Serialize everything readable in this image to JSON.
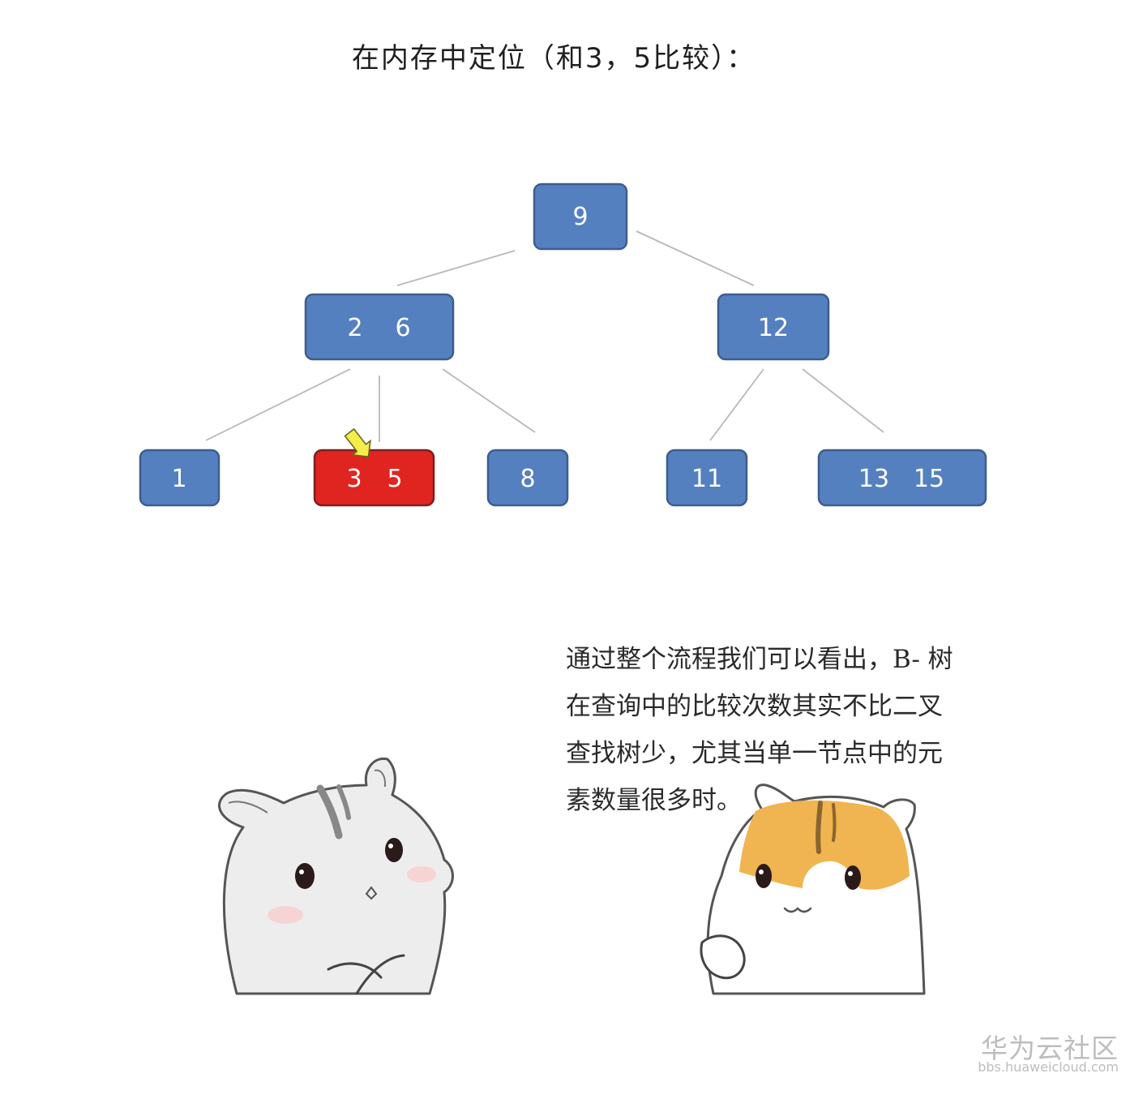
{
  "heading": "在内存中定位（和3，5比较）：",
  "tree": {
    "colors": {
      "node_fill": "#5580c0",
      "highlight_fill": "#e02420",
      "edge": "#b8b8b8",
      "arrow": "#f3ef4a"
    },
    "root": {
      "keys": [
        "9"
      ]
    },
    "level2": [
      {
        "keys": [
          "2",
          "6"
        ]
      },
      {
        "keys": [
          "12"
        ]
      }
    ],
    "leaves": [
      {
        "keys": [
          "1"
        ]
      },
      {
        "keys": [
          "3",
          "5"
        ],
        "highlighted": true
      },
      {
        "keys": [
          "8"
        ]
      },
      {
        "keys": [
          "11"
        ]
      },
      {
        "keys": [
          "13",
          "15"
        ]
      }
    ]
  },
  "caption": {
    "lines": [
      "通过整个流程我们可以看出，B- 树",
      "在查询中的比较次数其实不比二叉",
      "查找树少，尤其当单一节点中的元",
      "素数量很多时。"
    ]
  },
  "watermark": {
    "title": "华为云社区",
    "url": "bbs.huaweicloud.com"
  },
  "illustration": {
    "left_colors": [
      "#e6e6e6",
      "#888888"
    ],
    "right_colors": [
      "#f0b450",
      "#ffffff"
    ]
  }
}
